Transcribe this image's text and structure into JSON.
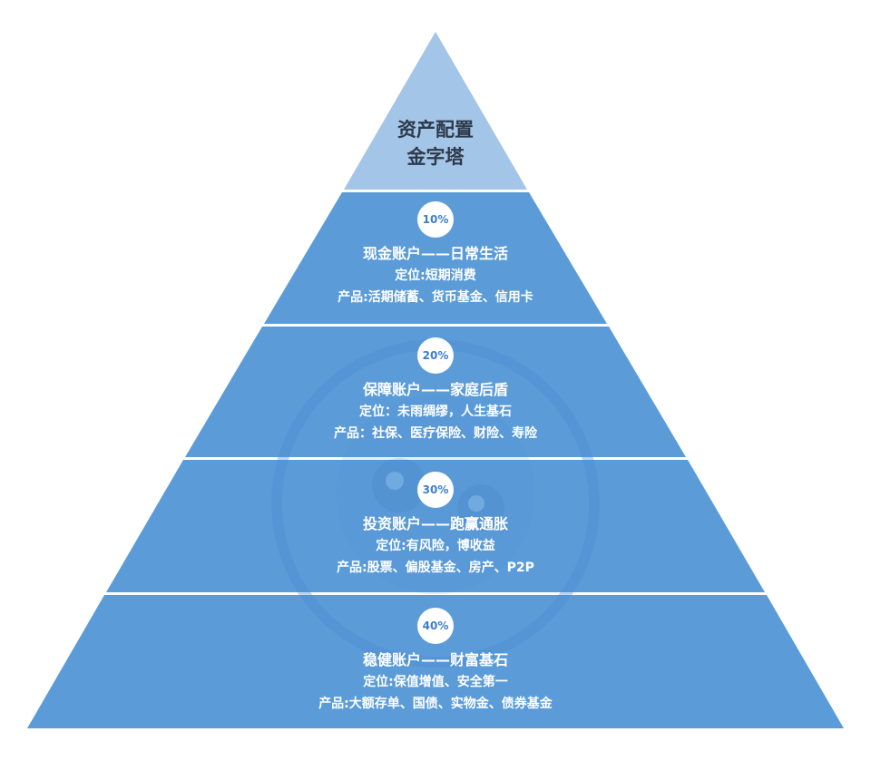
{
  "colors": {
    "apex": "#a3c5e8",
    "tier": "#5b9cd8",
    "divider": "#ffffff",
    "badge_text": "#3b7fc8",
    "watermark": "#4a8ad4"
  },
  "apex": {
    "line1": "资产配置",
    "line2": "金字塔"
  },
  "tiers": [
    {
      "percent": "10%",
      "title": "现金账户——日常生活",
      "position": "定位:短期消费",
      "products": "产品:活期储蓄、货币基金、信用卡"
    },
    {
      "percent": "20%",
      "title": "保障账户——家庭后盾",
      "position": "定位：未雨绸缪，人生基石",
      "products": "产品：社保、医疗保险、财险、寿险"
    },
    {
      "percent": "30%",
      "title": "投资账户——跑赢通胀",
      "position": "定位:有风险，博收益",
      "products": "产品:股票、偏股基金、房产、P2P"
    },
    {
      "percent": "40%",
      "title": "稳健账户——财富基石",
      "position": "定位:保值增值、安全第一",
      "products": "产品:大额存单、国债、实物金、债券基金"
    }
  ]
}
